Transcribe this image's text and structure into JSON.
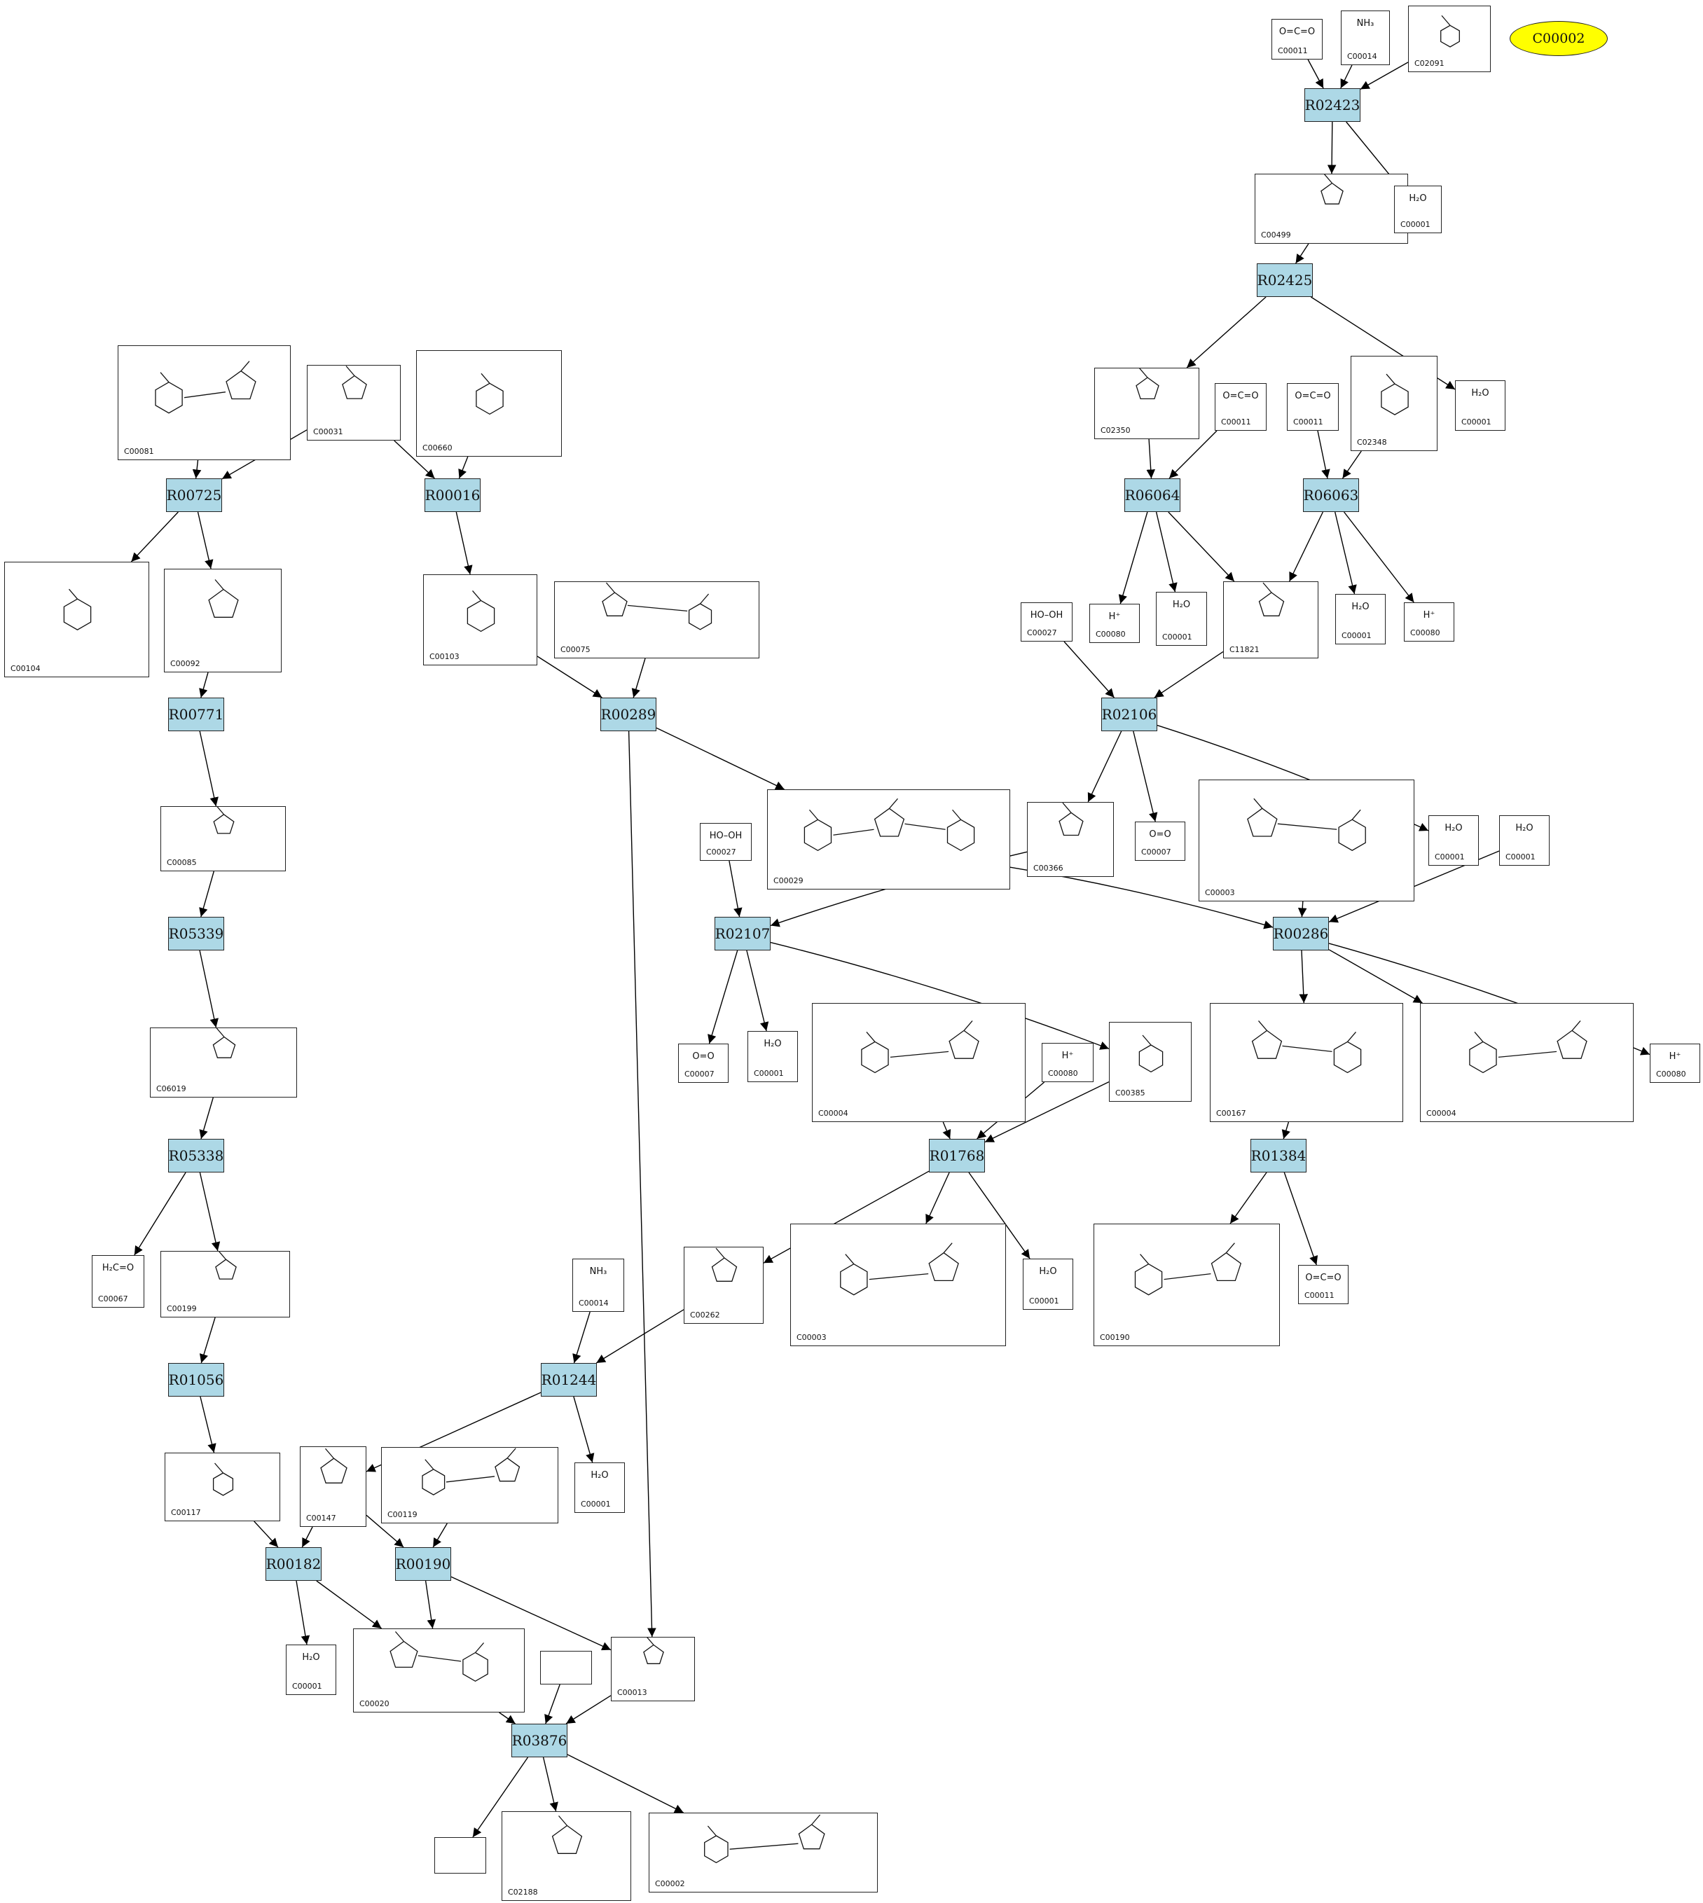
{
  "highlight": {
    "id": "C00002",
    "color": "#ffff00"
  },
  "reaction_color": "#add8e6",
  "reactions": [
    {
      "id": "R02423"
    },
    {
      "id": "R02425"
    },
    {
      "id": "R06064"
    },
    {
      "id": "R06063"
    },
    {
      "id": "R02106"
    },
    {
      "id": "R00725"
    },
    {
      "id": "R00016"
    },
    {
      "id": "R00771"
    },
    {
      "id": "R00289"
    },
    {
      "id": "R05339"
    },
    {
      "id": "R02107"
    },
    {
      "id": "R00286"
    },
    {
      "id": "R05338"
    },
    {
      "id": "R01768"
    },
    {
      "id": "R01384"
    },
    {
      "id": "R01056"
    },
    {
      "id": "R01244"
    },
    {
      "id": "R00182"
    },
    {
      "id": "R00190"
    },
    {
      "id": "R03876"
    }
  ],
  "compounds": [
    {
      "key": "c00011_a",
      "label": "C00011"
    },
    {
      "key": "c00014_a",
      "label": "C00014"
    },
    {
      "key": "c02091",
      "label": "C02091"
    },
    {
      "key": "c00499",
      "label": "C00499"
    },
    {
      "key": "c00001_a",
      "label": "C00001"
    },
    {
      "key": "c02350",
      "label": "C02350"
    },
    {
      "key": "c00011_b",
      "label": "C00011"
    },
    {
      "key": "c00011_c",
      "label": "C00011"
    },
    {
      "key": "c02348",
      "label": "C02348"
    },
    {
      "key": "c00001_b",
      "label": "C00001"
    },
    {
      "key": "c00081",
      "label": "C00081"
    },
    {
      "key": "c00031",
      "label": "C00031"
    },
    {
      "key": "c00660",
      "label": "C00660"
    },
    {
      "key": "c00080_a",
      "label": "C00080"
    },
    {
      "key": "c00001_c",
      "label": "C00001"
    },
    {
      "key": "c11821",
      "label": "C11821"
    },
    {
      "key": "c00001_d",
      "label": "C00001"
    },
    {
      "key": "c00080_b",
      "label": "C00080"
    },
    {
      "key": "c00104",
      "label": "C00104"
    },
    {
      "key": "c00092",
      "label": "C00092"
    },
    {
      "key": "c00103",
      "label": "C00103"
    },
    {
      "key": "c00075",
      "label": "C00075"
    },
    {
      "key": "c00027_a",
      "label": "C00027"
    },
    {
      "key": "c00085",
      "label": "C00085"
    },
    {
      "key": "c00029",
      "label": "C00029"
    },
    {
      "key": "c00366",
      "label": "C00366"
    },
    {
      "key": "c00007_a",
      "label": "C00007"
    },
    {
      "key": "c00003_a",
      "label": "C00003"
    },
    {
      "key": "c00001_e",
      "label": "C00001"
    },
    {
      "key": "c00001_f",
      "label": "C00001"
    },
    {
      "key": "c00027_b",
      "label": "C00027"
    },
    {
      "key": "c06019",
      "label": "C06019"
    },
    {
      "key": "c00007_b",
      "label": "C00007"
    },
    {
      "key": "c00001_g",
      "label": "C00001"
    },
    {
      "key": "c00004_a",
      "label": "C00004"
    },
    {
      "key": "c00080_c",
      "label": "C00080"
    },
    {
      "key": "c00385",
      "label": "C00385"
    },
    {
      "key": "c00167",
      "label": "C00167"
    },
    {
      "key": "c00004_b",
      "label": "C00004"
    },
    {
      "key": "c00080_d",
      "label": "C00080"
    },
    {
      "key": "c00067",
      "label": "C00067"
    },
    {
      "key": "c00199",
      "label": "C00199"
    },
    {
      "key": "c00014_b",
      "label": "C00014"
    },
    {
      "key": "c00262",
      "label": "C00262"
    },
    {
      "key": "c00003_b",
      "label": "C00003"
    },
    {
      "key": "c00001_h",
      "label": "C00001"
    },
    {
      "key": "c00190",
      "label": "C00190"
    },
    {
      "key": "c00011_d",
      "label": "C00011"
    },
    {
      "key": "c00117",
      "label": "C00117"
    },
    {
      "key": "c00147",
      "label": "C00147"
    },
    {
      "key": "c00119",
      "label": "C00119"
    },
    {
      "key": "c00001_i",
      "label": "C00001"
    },
    {
      "key": "c00001_j",
      "label": "C00001"
    },
    {
      "key": "c00020",
      "label": "C00020"
    },
    {
      "key": "blank_a",
      "label": ""
    },
    {
      "key": "c00013",
      "label": "C00013"
    },
    {
      "key": "blank_b",
      "label": ""
    },
    {
      "key": "c02188",
      "label": "C02188"
    },
    {
      "key": "c00002",
      "label": "C00002"
    }
  ],
  "structure_text": {
    "h2o": "H₂O",
    "co2": "O=C=O",
    "nh3": "NH₃",
    "hplus": "H⁺",
    "h2o2": "HO–OH",
    "o2": "O=O",
    "c00067": "H₂C=O"
  },
  "edges": [
    {
      "from": "c00011_a",
      "to": "R02423"
    },
    {
      "from": "c00014_a",
      "to": "R02423"
    },
    {
      "from": "c02091",
      "to": "R02423"
    },
    {
      "from": "R02423",
      "to": "c00499"
    },
    {
      "from": "R02423",
      "to": "c00001_a"
    },
    {
      "from": "c00499",
      "to": "R02425"
    },
    {
      "from": "R02425",
      "to": "c02350"
    },
    {
      "from": "R02425",
      "to": "c00001_b"
    },
    {
      "from": "c02350",
      "to": "R06064"
    },
    {
      "from": "c00011_b",
      "to": "R06064"
    },
    {
      "from": "c00011_c",
      "to": "R06063"
    },
    {
      "from": "c02348",
      "to": "R06063"
    },
    {
      "from": "R06064",
      "to": "c00080_a"
    },
    {
      "from": "R06064",
      "to": "c00001_c"
    },
    {
      "from": "R06064",
      "to": "c11821"
    },
    {
      "from": "R06063",
      "to": "c11821"
    },
    {
      "from": "R06063",
      "to": "c00001_d"
    },
    {
      "from": "R06063",
      "to": "c00080_b"
    },
    {
      "from": "c00027_a",
      "to": "R02106"
    },
    {
      "from": "c11821",
      "to": "R02106"
    },
    {
      "from": "R02106",
      "to": "c00366"
    },
    {
      "from": "R02106",
      "to": "c00007_a"
    },
    {
      "from": "R02106",
      "to": "c00001_e"
    },
    {
      "from": "c00081",
      "to": "R00725"
    },
    {
      "from": "c00031",
      "to": "R00725"
    },
    {
      "from": "c00031",
      "to": "R00016"
    },
    {
      "from": "c00660",
      "to": "R00016"
    },
    {
      "from": "R00725",
      "to": "c00104"
    },
    {
      "from": "R00725",
      "to": "c00092"
    },
    {
      "from": "R00016",
      "to": "c00103"
    },
    {
      "from": "c00092",
      "to": "R00771"
    },
    {
      "from": "c00103",
      "to": "R00289"
    },
    {
      "from": "c00075",
      "to": "R00289"
    },
    {
      "from": "R00771",
      "to": "c00085"
    },
    {
      "from": "R00289",
      "to": "c00029"
    },
    {
      "from": "R00289",
      "to": "c00013"
    },
    {
      "from": "c00085",
      "to": "R05339"
    },
    {
      "from": "R05339",
      "to": "c06019"
    },
    {
      "from": "c00027_b",
      "to": "R02107"
    },
    {
      "from": "c00366",
      "to": "R02107"
    },
    {
      "from": "R02107",
      "to": "c00007_b"
    },
    {
      "from": "R02107",
      "to": "c00001_g"
    },
    {
      "from": "R02107",
      "to": "c00385"
    },
    {
      "from": "c00029",
      "to": "R00286"
    },
    {
      "from": "c00003_a",
      "to": "R00286"
    },
    {
      "from": "c00001_f",
      "to": "R00286"
    },
    {
      "from": "R00286",
      "to": "c00167"
    },
    {
      "from": "R00286",
      "to": "c00004_b"
    },
    {
      "from": "R00286",
      "to": "c00080_d"
    },
    {
      "from": "c06019",
      "to": "R05338"
    },
    {
      "from": "R05338",
      "to": "c00067"
    },
    {
      "from": "R05338",
      "to": "c00199"
    },
    {
      "from": "c00004_a",
      "to": "R01768"
    },
    {
      "from": "c00080_c",
      "to": "R01768"
    },
    {
      "from": "c00385",
      "to": "R01768"
    },
    {
      "from": "R01768",
      "to": "c00262"
    },
    {
      "from": "R01768",
      "to": "c00003_b"
    },
    {
      "from": "R01768",
      "to": "c00001_h"
    },
    {
      "from": "c00167",
      "to": "R01384"
    },
    {
      "from": "R01384",
      "to": "c00190"
    },
    {
      "from": "R01384",
      "to": "c00011_d"
    },
    {
      "from": "c00199",
      "to": "R01056"
    },
    {
      "from": "R01056",
      "to": "c00117"
    },
    {
      "from": "c00014_b",
      "to": "R01244"
    },
    {
      "from": "c00262",
      "to": "R01244"
    },
    {
      "from": "R01244",
      "to": "c00147"
    },
    {
      "from": "R01244",
      "to": "c00001_i"
    },
    {
      "from": "c00117",
      "to": "R00182"
    },
    {
      "from": "c00147",
      "to": "R00182"
    },
    {
      "from": "c00147",
      "to": "R00190"
    },
    {
      "from": "c00119",
      "to": "R00190"
    },
    {
      "from": "R00182",
      "to": "c00001_j"
    },
    {
      "from": "R00182",
      "to": "c00020"
    },
    {
      "from": "R00190",
      "to": "c00020"
    },
    {
      "from": "R00190",
      "to": "c00013"
    },
    {
      "from": "c00020",
      "to": "R03876"
    },
    {
      "from": "blank_a",
      "to": "R03876"
    },
    {
      "from": "c00013",
      "to": "R03876"
    },
    {
      "from": "R03876",
      "to": "blank_b"
    },
    {
      "from": "R03876",
      "to": "c02188"
    },
    {
      "from": "R03876",
      "to": "c00002"
    }
  ]
}
